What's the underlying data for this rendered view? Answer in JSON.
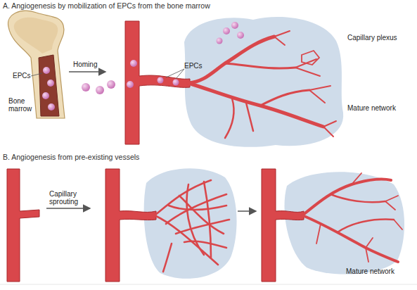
{
  "diagram": {
    "labels": [
      "A. Angiogenesis by mobilization of EPCs from the bone marrow",
      "EPCs",
      "Bone marrow",
      "Homing",
      "EPCs",
      "Capillary plexus",
      "Mature network",
      "B. Angiogenesis from pre-existing vessels",
      "Capillary sprouting",
      "Mature network"
    ]
  }
}
